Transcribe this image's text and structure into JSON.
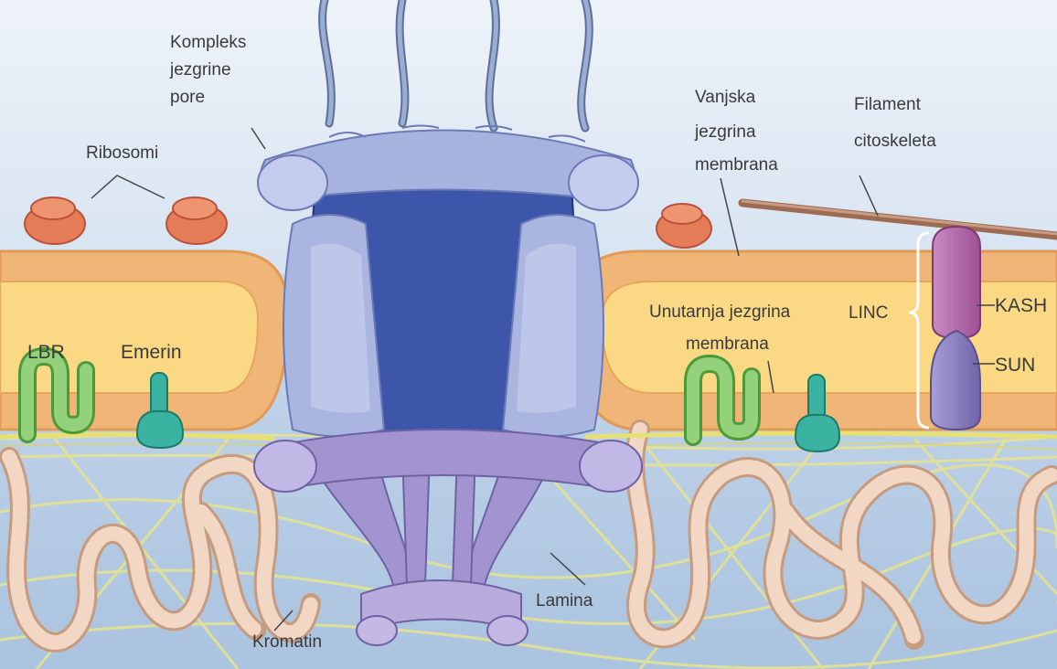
{
  "diagram": {
    "labels": {
      "npc": [
        "Kompleks",
        "jezgrine",
        "pore"
      ],
      "ribosomes": "Ribosomi",
      "outer_membrane": [
        "Vanjska",
        "jezgrina",
        "membrana"
      ],
      "filament": [
        "Filament",
        "citoskeleta"
      ],
      "inner_membrane": [
        "Unutarnja jezgrina",
        "membrana"
      ],
      "linc": "LINC",
      "kash": "KASH",
      "sun": "SUN",
      "lbr": "LBR",
      "emerin": "Emerin",
      "lamina": "Lamina",
      "chromatin": "Kromatin"
    },
    "colors": {
      "cytoplasm": "#dde8f3",
      "nucleoplasm": "#bcd0e6",
      "membrane_fill": "#f9d27f",
      "membrane_edge": "#e8a458",
      "pore_dark": "#3a55a8",
      "pore_light": "#aab8e2",
      "basket": "#9a8cc9",
      "ribosome": "#e47c58",
      "lbr": "#8ccc6c",
      "emerin": "#3ab3a0",
      "kash": "#b86aac",
      "sun": "#8d82c2",
      "chromatin": "#e8c8b0",
      "lamina": "#e5e07a"
    }
  }
}
